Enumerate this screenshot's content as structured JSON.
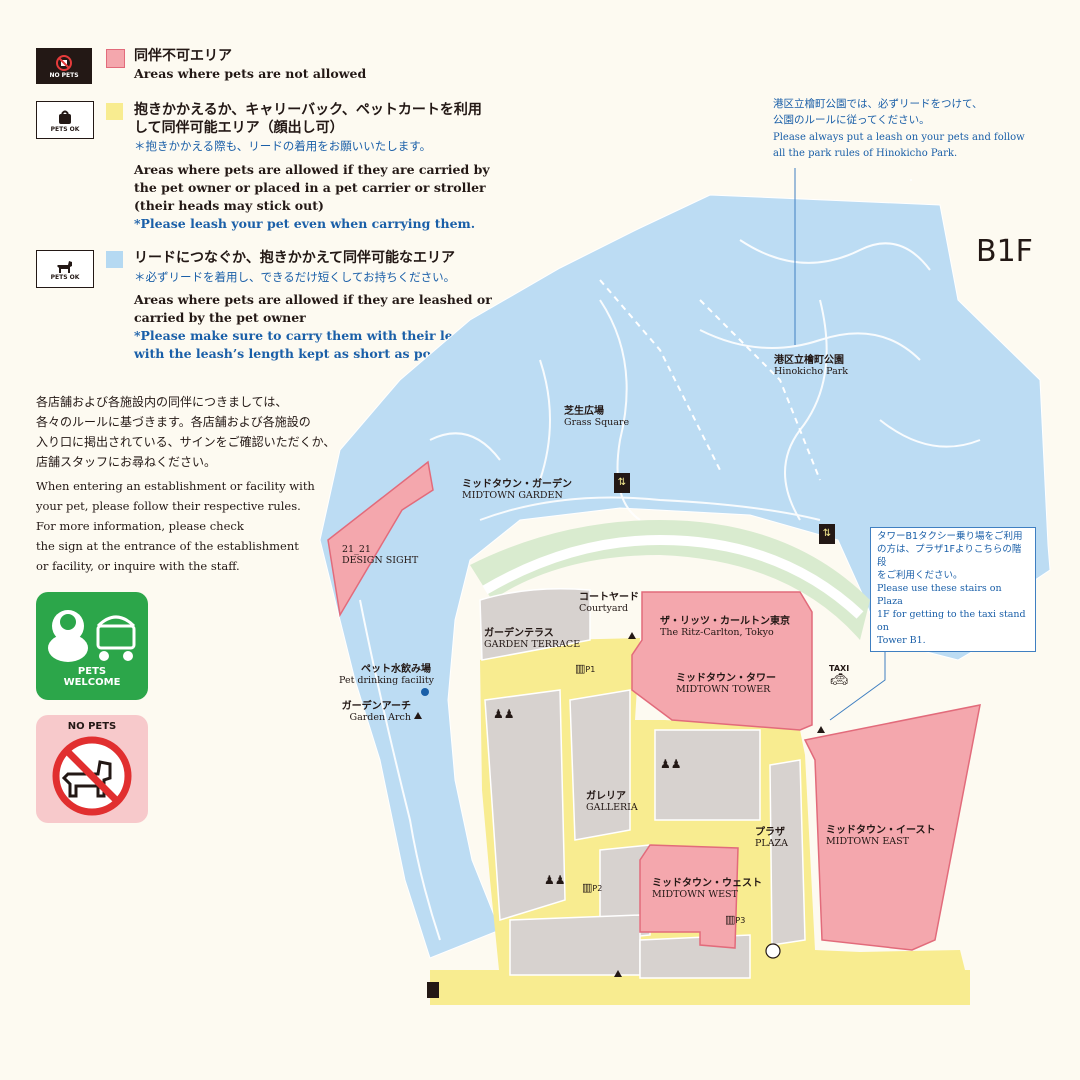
{
  "legend": {
    "no_pets": {
      "icon_text": "NO PETS",
      "color": "#f4a7ad",
      "title_jp": "同伴不可エリア",
      "title_en": "Areas where pets are not allowed"
    },
    "pets_carried": {
      "icon_text": "PETS OK",
      "color": "#f8ec90",
      "title_jp_1": "抱きかかえるか、キャリーバック、ペットカートを利用",
      "title_jp_2": "して同伴可能エリア（顔出し可）",
      "note_jp": "＊抱きかかえる際も、リードの着用をお願いいたします。",
      "en_1": "Areas where pets are allowed if they are carried by",
      "en_2": "the pet owner or placed in a pet carrier or stroller",
      "en_3": "(their heads may stick out)",
      "note_en": "*Please leash your pet even when carrying them."
    },
    "pets_leashed": {
      "icon_text": "PETS OK",
      "color": "#b5d9f2",
      "title_jp": "リードにつなぐか、抱きかかえて同伴可能なエリア",
      "note_jp": "＊必ずリードを着用し、できるだけ短くしてお持ちください。",
      "en_1": "Areas where pets are allowed if they are leashed or",
      "en_2": "carried by the pet owner",
      "note_en_1": "*Please make sure to carry them with their leash on,",
      "note_en_2": "with the leash’s length kept as short as possible."
    }
  },
  "facility_note": {
    "jp": [
      "各店舗および各施設内の同伴につきましては、",
      "各々のルールに基づきます。各店舗および各施設の",
      "入り口に掲出されている、サインをご確認いただくか、",
      "店舗スタッフにお尋ねください。"
    ],
    "en": [
      "When entering an establishment or facility with",
      "your pet, please follow their respective rules.",
      "For more information, please check",
      "the sign at the entrance of the establishment",
      "or facility, or inquire with the staff."
    ]
  },
  "badges": {
    "welcome_1": "PETS",
    "welcome_2": "WELCOME",
    "no_pets": "NO PETS"
  },
  "floor": "B1F",
  "park_note": {
    "jp_1": "港区立檜町公園では、必ずリードをつけて、",
    "jp_2": "公園のルールに従ってください。",
    "en_1": "Please always put a leash on your pets and follow",
    "en_2": "all the park rules of Hinokicho Park."
  },
  "taxi_note": {
    "jp_1": "タワーB1タクシー乗り場をご利用",
    "jp_2": "の方は、プラザ1Fよりこちらの階段",
    "jp_3": "をご利用ください。",
    "en_1": "Please use these stairs on Plaza",
    "en_2": "1F for getting to the taxi stand on",
    "en_3": "Tower B1."
  },
  "places": {
    "hinokicho_jp": "港区立檜町公園",
    "hinokicho_en": "Hinokicho Park",
    "grass_jp": "芝生広場",
    "grass_en": "Grass Square",
    "garden_jp": "ミッドタウン・ガーデン",
    "garden_en": "MIDTOWN GARDEN",
    "design_jp": "21_21",
    "design_en": "DESIGN SIGHT",
    "courtyard_jp": "コートヤード",
    "courtyard_en": "Courtyard",
    "terrace_jp": "ガーデンテラス",
    "terrace_en": "GARDEN TERRACE",
    "ritz_jp": "ザ・リッツ・カールトン東京",
    "ritz_en": "The Ritz-Carlton, Tokyo",
    "tower_jp": "ミッドタウン・タワー",
    "tower_en": "MIDTOWN TOWER",
    "drinking_jp": "ペット水飲み場",
    "drinking_en": "Pet drinking facility",
    "arch_jp": "ガーデンアーチ",
    "arch_en": "Garden Arch",
    "taxi": "TAXI",
    "galleria_jp": "ガレリア",
    "galleria_en": "GALLERIA",
    "plaza_jp": "プラザ",
    "plaza_en": "PLAZA",
    "east_jp": "ミッドタウン・イースト",
    "east_en": "MIDTOWN EAST",
    "west_jp": "ミッドタウン・ウェスト",
    "west_en": "MIDTOWN WEST",
    "p1": "P1",
    "p2": "P2",
    "p3": "P3"
  }
}
